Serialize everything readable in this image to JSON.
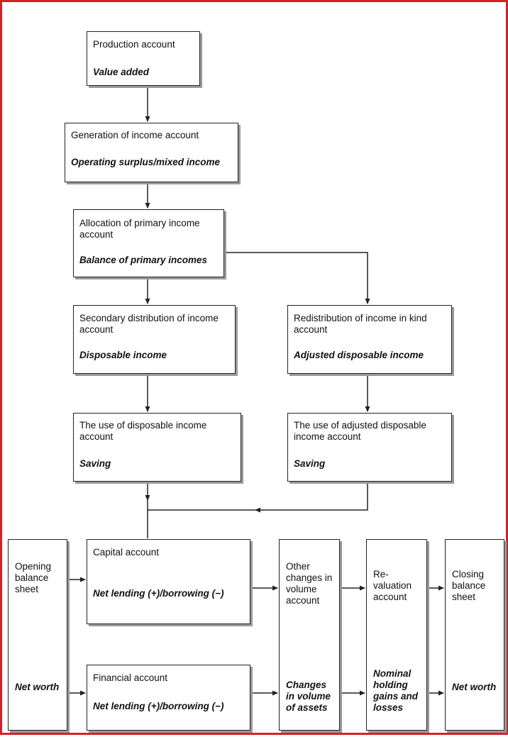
{
  "boxes": {
    "production": {
      "title": "Production account",
      "balance": "Value added"
    },
    "generation": {
      "title": "Generation of income account",
      "balance": "Operating surplus/mixed income"
    },
    "allocation": {
      "title": "Allocation of primary income account",
      "balance": "Balance of primary incomes"
    },
    "secondary": {
      "title": "Secondary distribution of  income account",
      "balance": "Disposable income"
    },
    "redistribution": {
      "title": "Redistribution of income in kind account",
      "balance": "Adjusted disposable income"
    },
    "use_disposable": {
      "title": "The use of disposable income account",
      "balance": "Saving"
    },
    "use_adjusted": {
      "title": "The use of adjusted disposable income account",
      "balance": "Saving"
    },
    "capital": {
      "title": "Capital account",
      "balance": "Net lending (+)/borrowing (−)"
    },
    "financial": {
      "title": "Financial account",
      "balance": "Net lending (+)/borrowing (−)"
    },
    "opening": {
      "title": "Opening balance sheet",
      "balance": "Net worth"
    },
    "other_changes": {
      "title": "Other changes in volume account",
      "balance": "Changes in volume of assets"
    },
    "revaluation": {
      "title": "Re-valuation account",
      "balance": "Nominal holding gains and losses"
    },
    "closing": {
      "title": "Closing balance sheet",
      "balance": "Net worth"
    }
  },
  "colors": {
    "frame": "#d4222b",
    "line": "#222222",
    "shadow": "#9a9a9a"
  }
}
